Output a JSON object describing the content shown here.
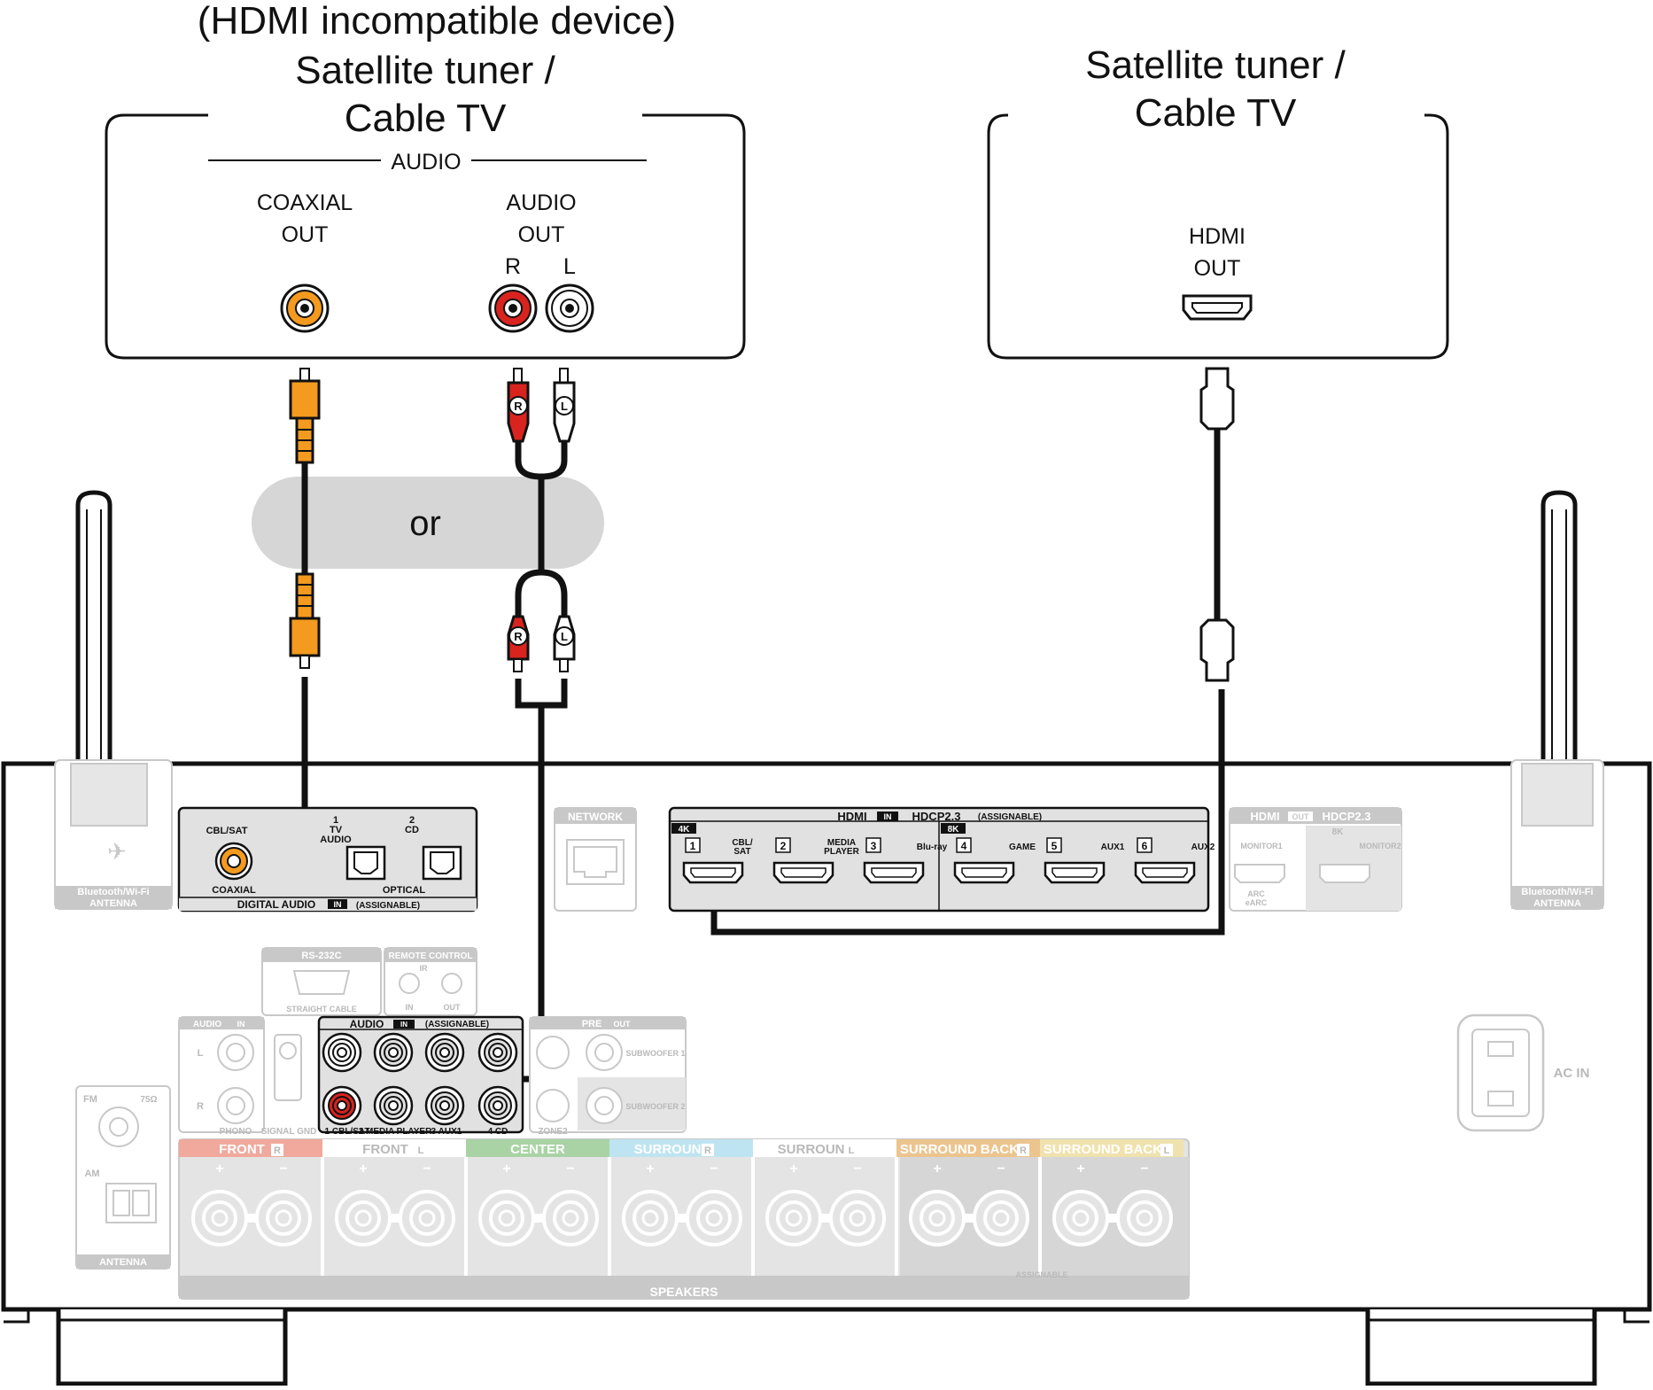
{
  "left_device": {
    "line1": "(HDMI incompatible device)",
    "line2": "Satellite tuner /",
    "line3": "Cable TV",
    "audio_header": "AUDIO",
    "coaxial_line1": "COAXIAL",
    "coaxial_line2": "OUT",
    "audio_line1": "AUDIO",
    "audio_line2": "OUT",
    "r": "R",
    "l": "L"
  },
  "right_device": {
    "line1": "Satellite tuner /",
    "line2": "Cable TV",
    "hdmi_line1": "HDMI",
    "hdmi_line2": "OUT"
  },
  "or_label": "or",
  "plug_r": "R",
  "plug_l": "L",
  "receiver": {
    "antenna_left": [
      "Bluetooth/Wi-Fi",
      "ANTENNA"
    ],
    "antenna_right": [
      "Bluetooth/Wi-Fi",
      "ANTENNA"
    ],
    "digital": {
      "cbl_sat": "CBL/SAT",
      "tv_num": "1",
      "tv": "TV",
      "tv_audio": "AUDIO",
      "cd_num": "2",
      "cd": "CD",
      "coaxial": "COAXIAL",
      "optical": "OPTICAL",
      "footer": "DIGITAL AUDIO",
      "in_badge": "IN",
      "assignable": "(ASSIGNABLE)"
    },
    "network": "NETWORK",
    "hdmi_in": {
      "hdmi": "HDMI",
      "in_badge": "IN",
      "hdcp": "HDCP2.3",
      "assignable": "(ASSIGNABLE)",
      "tag_4k": "4K",
      "tag_8k": "8K",
      "ports": [
        {
          "num": "1",
          "label1": "CBL/",
          "label2": "SAT"
        },
        {
          "num": "2",
          "label1": "MEDIA",
          "label2": "PLAYER"
        },
        {
          "num": "3",
          "label1": "Blu-ray",
          "label2": ""
        },
        {
          "num": "4",
          "label1": "GAME",
          "label2": ""
        },
        {
          "num": "5",
          "label1": "AUX1",
          "label2": ""
        },
        {
          "num": "6",
          "label1": "AUX2",
          "label2": ""
        }
      ]
    },
    "hdmi_out": {
      "hdmi": "HDMI",
      "out_badge": "OUT",
      "hdcp": "HDCP2.3",
      "tag_8k": "8K",
      "monitor1": "MONITOR1",
      "monitor2": "MONITOR2",
      "arc1": "ARC",
      "arc2": "eARC"
    },
    "rs232c": "RS-232C",
    "straight_cable": "STRAIGHT CABLE",
    "remote_control": "REMOTE CONTROL",
    "ir": "IR",
    "rc_in": "IN",
    "rc_out": "OUT",
    "audio_in_small": "AUDIO",
    "audio_in_badge": "IN",
    "phono": "PHONO",
    "signal_gnd": "SIGNAL GND",
    "analog": {
      "audio": "AUDIO",
      "in_badge": "IN",
      "assignable": "(ASSIGNABLE)",
      "labels": [
        "1 CBL/SAT",
        "2 MEDIA PLAYER",
        "3 AUX1",
        "4 CD"
      ]
    },
    "pre_out": "PRE",
    "pre_out_badge": "OUT",
    "subwoofer1": "SUBWOOFER 1",
    "subwoofer2": "SUBWOOFER 2",
    "zone2": "ZONE2",
    "fm": "FM",
    "ohm": "75Ω",
    "am": "AM",
    "antenna": "ANTENNA",
    "speakers": {
      "groups": [
        "FRONT",
        "FRONT",
        "CENTER",
        "SURROUND",
        "SURROUND",
        "SURROUND BACK",
        "SURROUND BACK"
      ],
      "sides": [
        "R",
        "L",
        "",
        "R",
        "L",
        "R",
        "L"
      ],
      "colors": [
        "#f0a99c",
        "#ffffff",
        "#a9d3a4",
        "#bfe4f1",
        "#ffffff",
        "#ecc48e",
        "#f0e2ae"
      ],
      "plus": "+",
      "minus": "−",
      "assignable": "ASSIGNABLE",
      "footer": "SPEAKERS"
    },
    "ac_in": "AC IN"
  }
}
